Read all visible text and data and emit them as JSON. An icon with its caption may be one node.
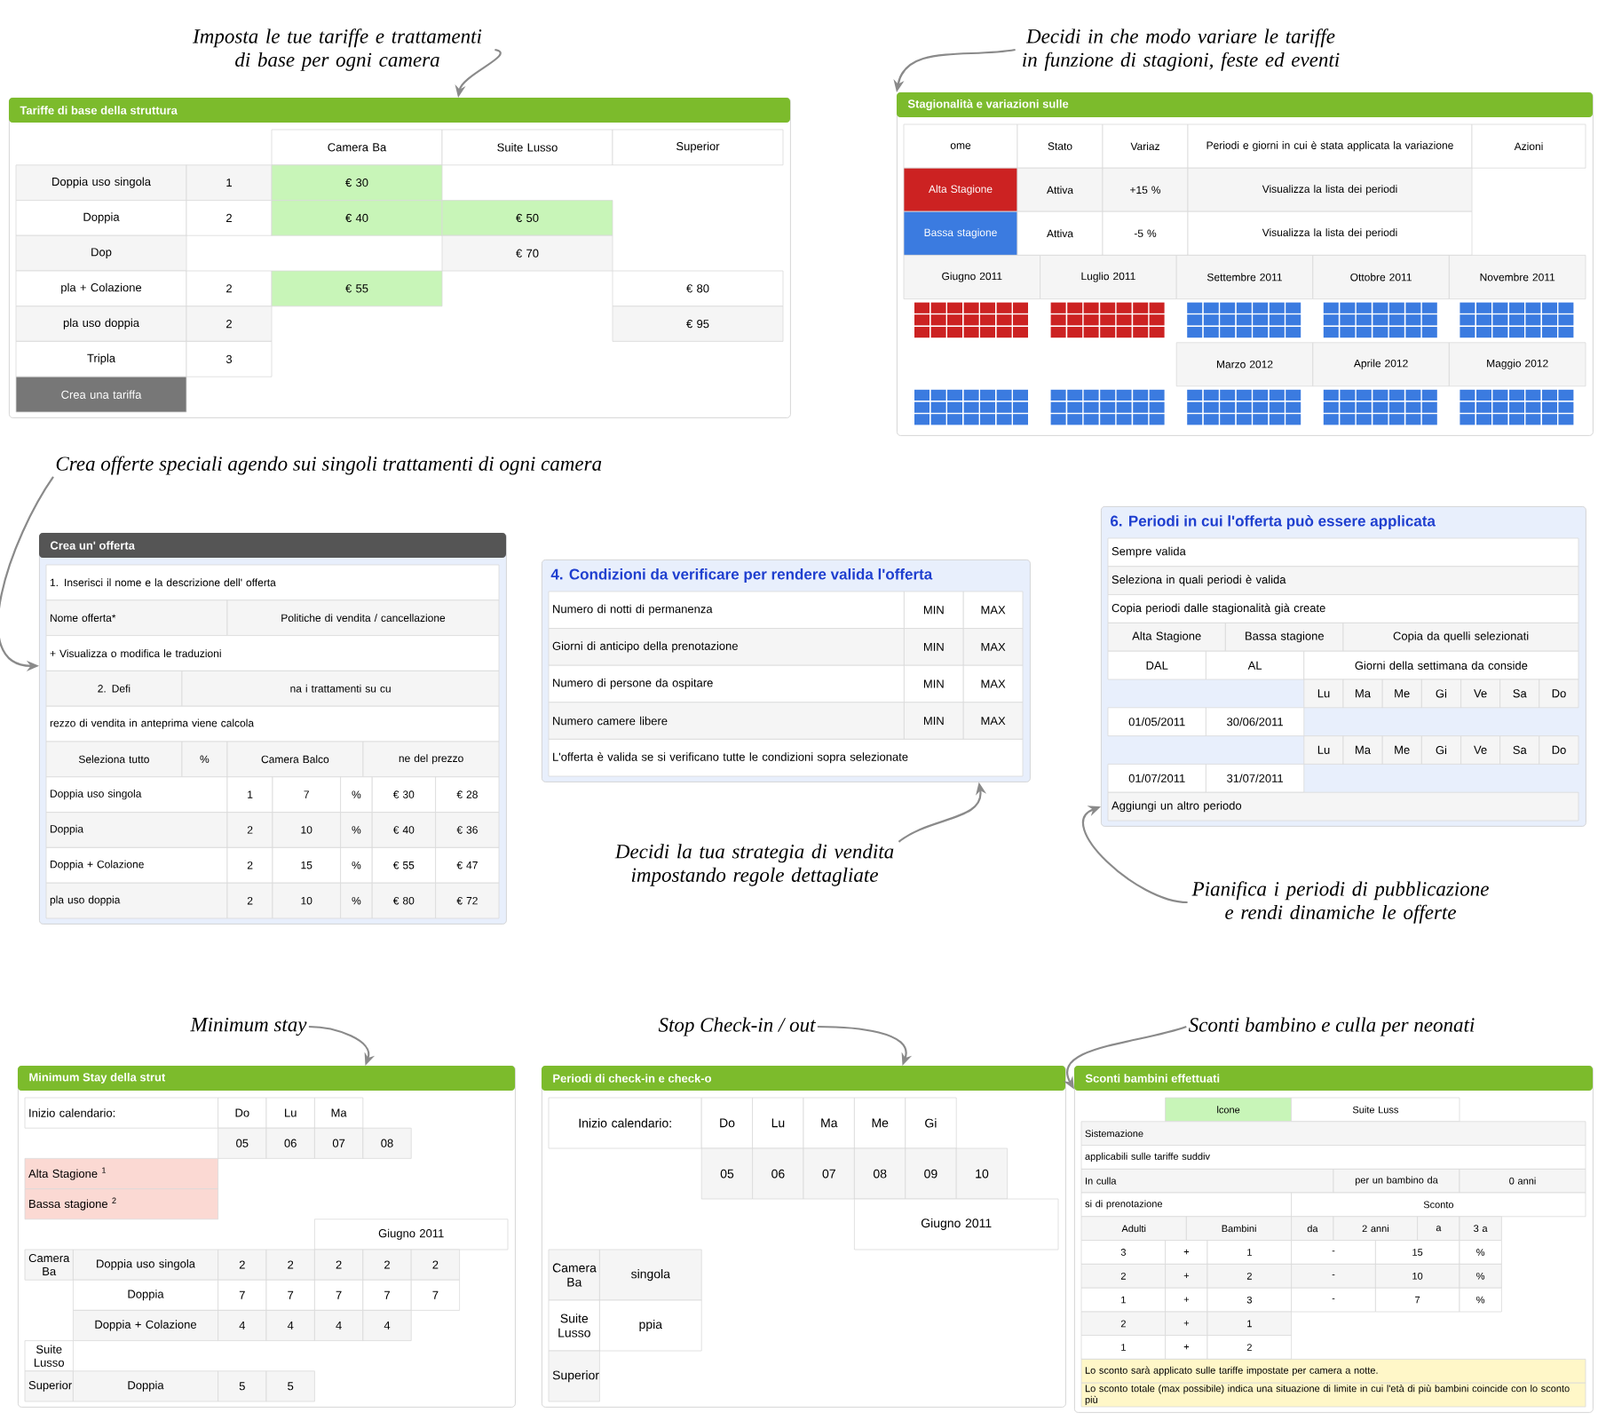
{
  "diagram": {
    "nodes": [
      {
        "text": [
          "Imposta le tue tariffe e trattamenti di base per ogni camera"
        ]
      },
      {
        "text": [
          "Tariffe di base della struttura",
          "Camera Ba",
          "Suite Lusso",
          "Superior",
          "Doppia uso singola",
          "1",
          "€ 30",
          "Doppia",
          "2",
          "€ 40",
          "€ 50",
          "Dop",
          "€ 70",
          "pla + Colazione",
          "2",
          "€ 55",
          "€ 80",
          "pla uso doppia",
          "2",
          "€ 95",
          "Tripla",
          "3",
          "Crea una tariffa"
        ]
      },
      {
        "text": [
          "Decidi in che modo variare le tariffe in funzione di stagioni, feste ed eventi"
        ]
      },
      {
        "text": [
          "Stagionalità e variazioni sulle",
          "ome",
          "Stato",
          "Variaz",
          "Periodi e giorni in cui è stata applicata la variazione",
          "Azioni",
          "Alta Stagione",
          "Attiva",
          "+15 %",
          "Visualizza la lista dei periodi",
          "Bassa stagione",
          "Attiva",
          "-5 %",
          "Visualizza la lista dei periodi",
          "Giugno 2011",
          "Luglio 2011",
          "Settembre 2011",
          "Ottobre 2011",
          "Novembre 2011",
          "Marzo 2012",
          "Aprile 2012",
          "Maggio 2012"
        ]
      },
      {
        "text": [
          "Crea offerte speciali  agendo sui singoli trattamenti di ogni camera"
        ]
      },
      {
        "text": [
          "Crea un' offerta",
          "1. Inserisci il nome e la descrizione dell' offerta",
          "Nome offerta*",
          "Politiche di vendita / cancellazione",
          "+ Visualizza o modifica le traduzioni",
          "2. Defi",
          "na i trattamenti su cu",
          "rezzo di vendita in anteprima viene calcola",
          "Seleziona tutto",
          "%",
          "Camera Balco",
          "ne del prezzo",
          "Doppia uso singola",
          "1",
          "7",
          "%",
          "€ 30",
          "€ 28",
          "Doppia",
          "2",
          "10",
          "%",
          "€ 40",
          "€ 36",
          "Doppia + Colazione",
          "2",
          "15",
          "%",
          "€ 55",
          "€ 47",
          "pla uso doppia",
          "2",
          "10",
          "%",
          "€ 80",
          "€ 72"
        ]
      },
      {
        "text": [
          "4. Condizioni da verificare per rendere valida l'offerta",
          "Numero di notti di permanenza",
          "MIN",
          "MAX",
          "Giorni di anticipo della prenotazione",
          "MIN",
          "MAX",
          "Numero di persone da ospitare",
          "MIN",
          "MAX",
          "Numero camere libere",
          "MIN",
          "MAX",
          "L'offerta è valida se si verificano tutte le condizioni sopra selezionate"
        ]
      },
      {
        "text": [
          "6. Periodi in cui l'offerta può essere applicata",
          "Sempre valida",
          "Seleziona in quali periodi è valida",
          "Copia periodi dalle stagionalità già create",
          "Alta Stagione",
          "Bassa stagione",
          "Copia da quelli selezionati",
          "DAL",
          "AL",
          "Giorni della settimana da conside",
          "Lu",
          "Ma",
          "Me",
          "Gi",
          "Ve",
          "Sa",
          "Do",
          "01/05/2011",
          "30/06/2011",
          "Lu",
          "Ma",
          "Me",
          "Gi",
          "Ve",
          "Sa",
          "Do",
          "01/07/2011",
          "31/07/2011",
          "Aggiungi un altro periodo"
        ]
      },
      {
        "text": [
          "Decidi la tua strategia di vendita impostando regole dettagliate"
        ]
      },
      {
        "text": [
          "Pianifica i periodi di pubblicazione e rendi dinamiche le offerte"
        ]
      },
      {
        "text": [
          "Minimum stay"
        ]
      },
      {
        "text": [
          "Stop Check-in / out"
        ]
      },
      {
        "text": [
          "Sconti bambino e culla per neonati"
        ]
      },
      {
        "text": [
          "Minimum Stay della strut",
          "Inizio calendario:",
          "Do",
          "Lu",
          "Ma",
          "05",
          "06",
          "07",
          "08",
          "Alta Stagione $^{1}$",
          "Bassa stagione $^{2}$",
          "Giugno 2011",
          "Camera Ba",
          "Doppia uso singola",
          "2",
          "2",
          "2",
          "2",
          "2",
          "Doppia",
          "7",
          "7",
          "7",
          "7",
          "7",
          "Doppia + Colazione",
          "4",
          "4",
          "4",
          "4",
          "Suite Lusso",
          "Superior",
          "Doppia",
          "5",
          "5"
        ]
      },
      {
        "text": [
          "Periodi di check-in e check-o",
          "Inizio calendario:",
          "Do",
          "Lu",
          "Ma",
          "Me",
          "Gi",
          "05",
          "06",
          "07",
          "08",
          "09",
          "10",
          "Giugno 2011",
          "Camera Ba",
          "singola",
          "Suite Lusso",
          "ppia",
          "Superior"
        ]
      },
      {
        "text": [
          "Sconti bambini effettuati",
          "lcone",
          "Suite Luss",
          "Sistemazione",
          "applicabili sulle tariffe suddiv",
          "In culla",
          "per un bambino da",
          "0 anni",
          "si di prenotazione",
          "Sconto",
          "Adulti",
          "Bambini",
          "da",
          "2 anni",
          "a",
          "3 a",
          "3",
          "+",
          "1",
          "-",
          "15",
          "%",
          "2",
          "+",
          "2",
          "-",
          "10",
          "%",
          "1",
          "+",
          "3",
          "-",
          "7",
          "%",
          "2",
          "+",
          "1",
          "1",
          "+",
          "2",
          "Lo sconto sarà applicato sulle tariffe impostate per camera a notte.",
          "Lo sconto totale (max possibile) indica una situazione di limite in cui l'età di più bambini coincide con lo sconto più"
        ]
      }
    ],
    "edges": [
      {
        "from": 0,
        "to": 1,
        "arrow": "to"
      },
      {
        "from": 2,
        "to": 3,
        "arrow": "to"
      },
      {
        "from": 4,
        "to": 5,
        "arrow": "to"
      },
      {
        "from": 8,
        "to": 6,
        "arrow": "to"
      },
      {
        "from": 9,
        "to": 7,
        "arrow": "to"
      },
      {
        "from": 10,
        "to": 13,
        "arrow": "to"
      },
      {
        "from": 11,
        "to": 14,
        "arrow": "to"
      },
      {
        "from": 12,
        "to": 15,
        "arrow": "to"
      }
    ]
  }
}
